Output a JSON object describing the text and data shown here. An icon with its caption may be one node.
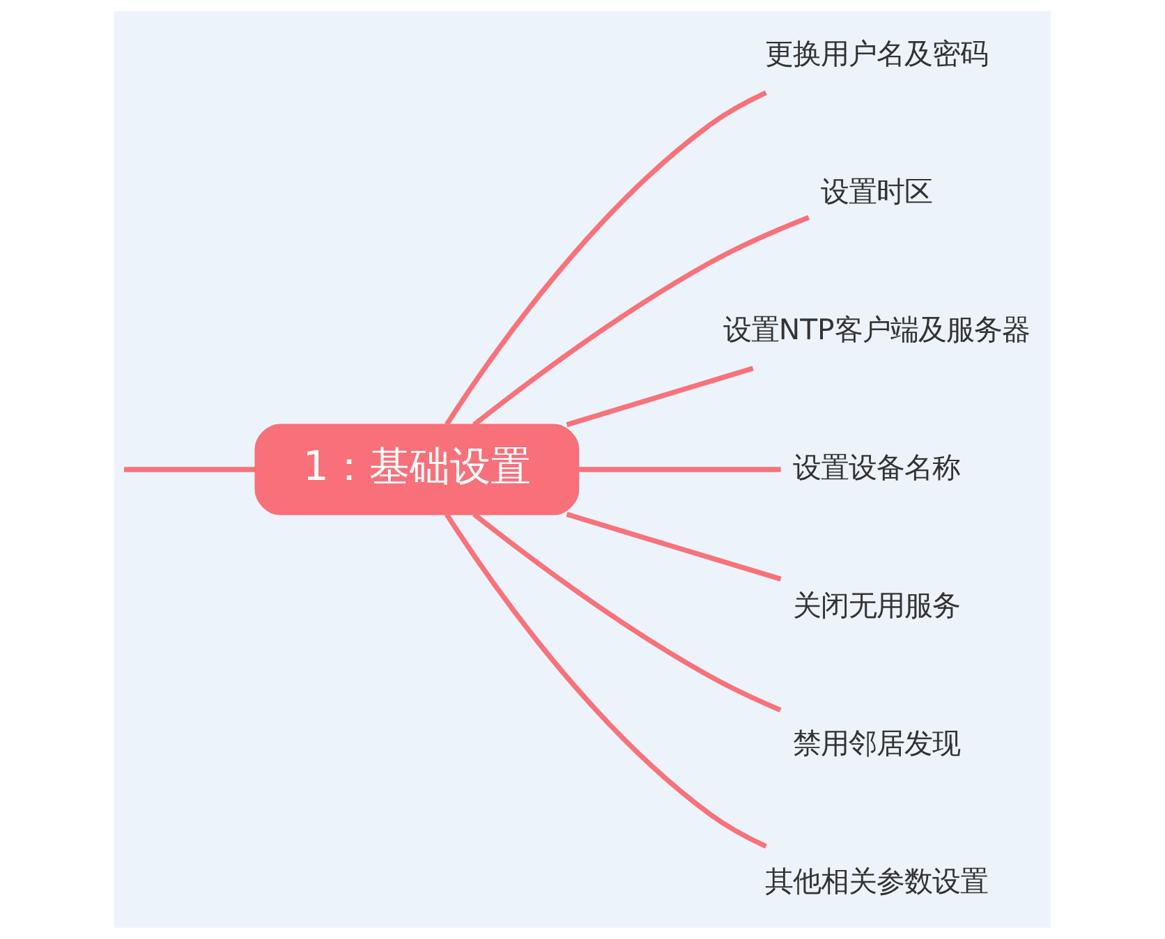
{
  "diagram": {
    "nodes": [
      {
        "text": [
          "1：基础设置"
        ]
      },
      {
        "text": [
          "更换用户名及密码"
        ]
      },
      {
        "text": [
          "设置时区"
        ]
      },
      {
        "text": [
          "设置NTP客户端及服务器"
        ]
      },
      {
        "text": [
          "设置设备名称"
        ]
      },
      {
        "text": [
          "关闭无用服务"
        ]
      },
      {
        "text": [
          "禁用邻居发现"
        ]
      },
      {
        "text": [
          "其他相关参数设置"
        ]
      }
    ],
    "edges": [
      {
        "from": null,
        "to": 0,
        "arrow": "none"
      },
      {
        "from": 0,
        "to": 1,
        "arrow": "none"
      },
      {
        "from": 0,
        "to": 2,
        "arrow": "none"
      },
      {
        "from": 0,
        "to": 3,
        "arrow": "none"
      },
      {
        "from": 0,
        "to": 4,
        "arrow": "none"
      },
      {
        "from": 0,
        "to": 5,
        "arrow": "none"
      },
      {
        "from": 0,
        "to": 6,
        "arrow": "none"
      },
      {
        "from": 0,
        "to": 7,
        "arrow": "none"
      }
    ]
  }
}
